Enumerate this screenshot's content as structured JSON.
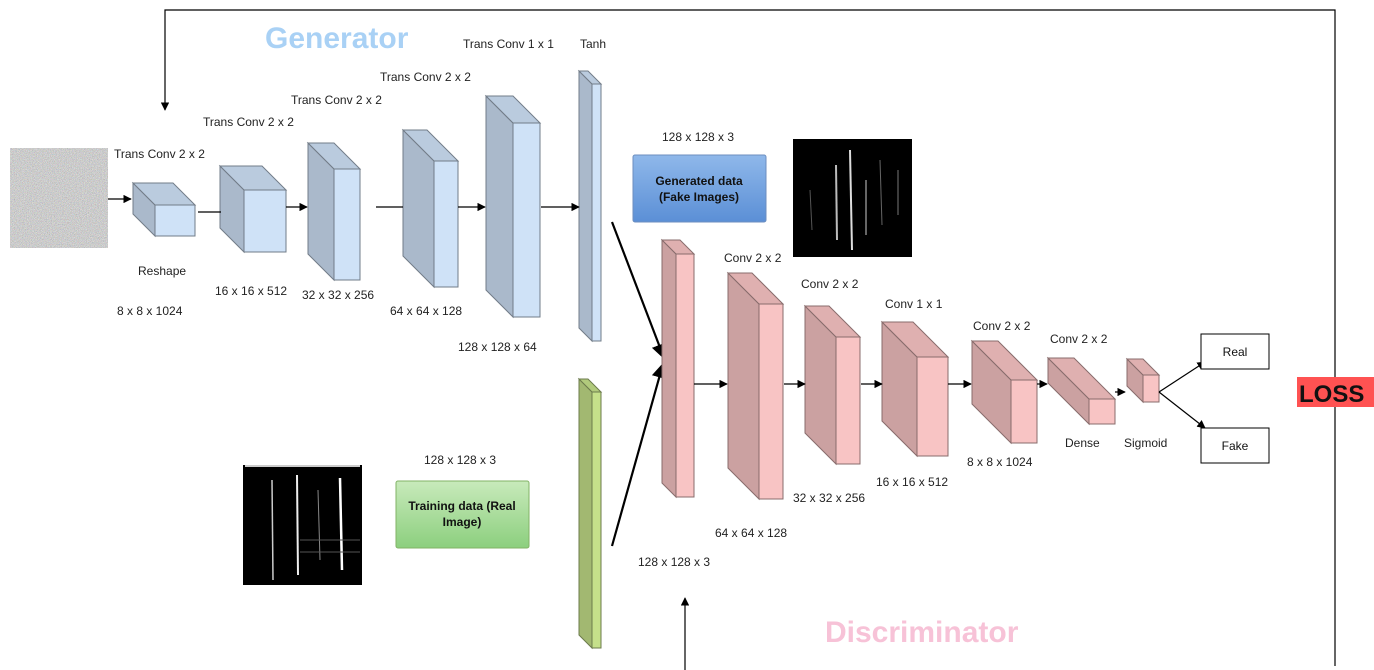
{
  "colors": {
    "generator_block": "#cfe2f7",
    "discriminator_block": "#f8c4c4",
    "real_block": "#c5e08a",
    "generator_title": "#a9d1f5",
    "discriminator_title": "#f7c2d7",
    "loss_bg": "#ff5252"
  },
  "generator": {
    "title": "Generator",
    "layer_labels": [
      "Trans Conv 2 x 2",
      "Trans Conv 2 x 2",
      "Trans Conv 2 x 2",
      "Trans Conv 2 x 2",
      "Trans Conv 1 x 1",
      "Tanh"
    ],
    "reshape_label": "Reshape",
    "dims": [
      "8 x 8 x 1024",
      "16 x 16 x 512",
      "32 x 32 x 256",
      "64 x 64 x 128",
      "128 x 128 x 64"
    ]
  },
  "generated": {
    "dim": "128 x 128 x 3",
    "box_line1": "Generated data",
    "box_line2": "(Fake Images)"
  },
  "training": {
    "dim": "128 x 128 x 3",
    "box_line1": "Training data (Real",
    "box_line2": "Image)"
  },
  "discriminator": {
    "title": "Discriminator",
    "layer_labels": [
      "Conv 2 x 2",
      "Conv 2 x 2",
      "Conv 1 x 1",
      "Conv 2 x 2",
      "Conv 2 x 2"
    ],
    "dims": [
      "128 x 128 x 3",
      "64 x 64 x 128",
      "32 x 32 x 256",
      "16 x 16 x 512",
      "8 x 8 x 1024"
    ],
    "dense_label": "Dense",
    "sigmoid_label": "Sigmoid"
  },
  "outputs": {
    "real": "Real",
    "fake": "Fake"
  },
  "loss": "LOSS"
}
